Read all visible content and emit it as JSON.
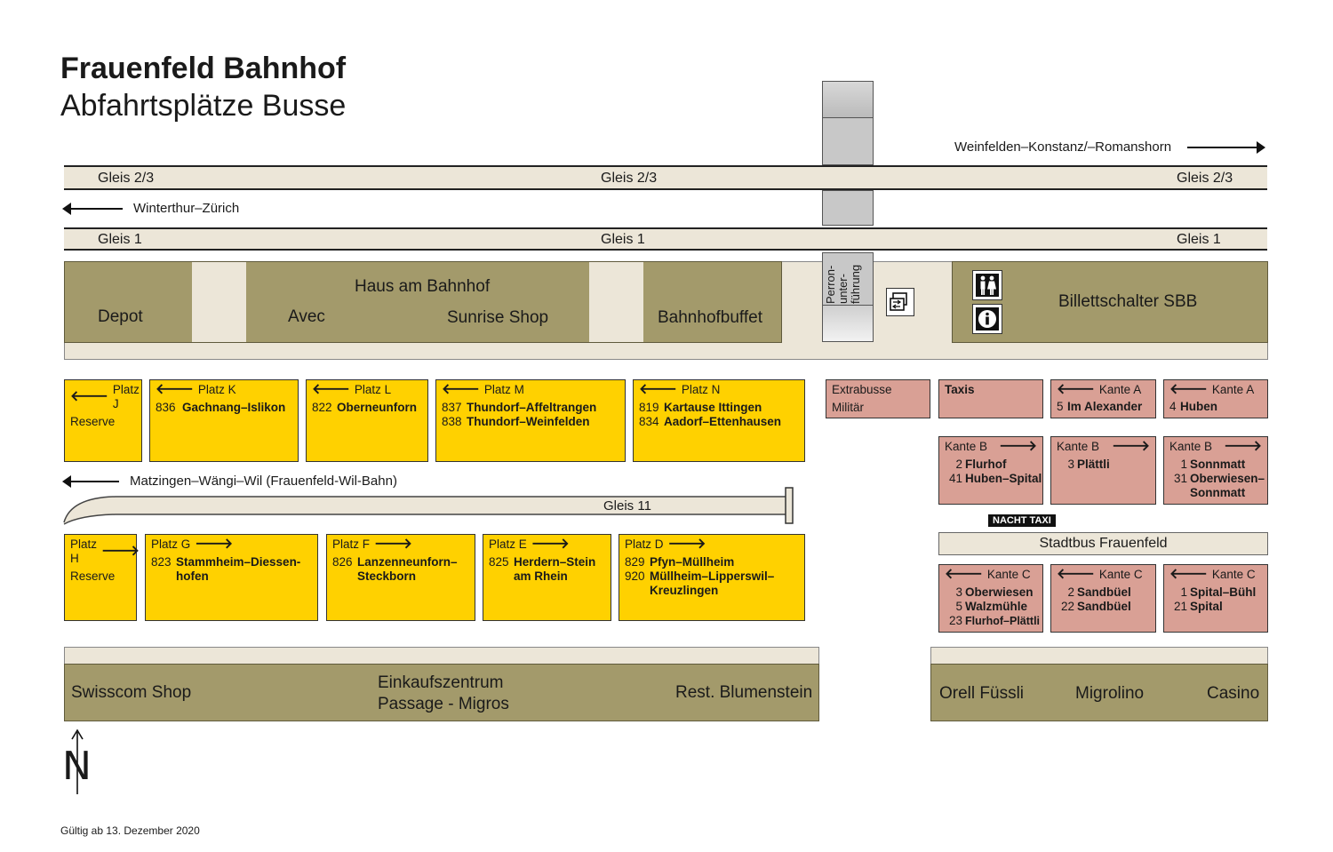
{
  "header": {
    "title": "Frauenfeld Bahnhof",
    "subtitle": "Abfahrtsplätze Busse"
  },
  "directions": {
    "east": "Weinfelden–Konstanz/–Romanshorn",
    "west": "Winterthur–Zürich",
    "wil": "Matzingen–Wängi–Wil (Frauenfeld-Wil-Bahn)"
  },
  "tracks": {
    "gleis23": "Gleis 2/3",
    "gleis1": "Gleis 1",
    "gleis11": "Gleis 11"
  },
  "buildings": {
    "depot": "Depot",
    "haus": "Haus am Bahnhof",
    "avec": "Avec",
    "sunrise": "Sunrise Shop",
    "buffet": "Bahnhofbuffet",
    "underpass": "Perron-\nunter-\nführung",
    "billett": "Billettschalter SBB",
    "swisscom": "Swisscom Shop",
    "einkauf1": "Einkaufszentrum",
    "einkauf2": "Passage - Migros",
    "blumenstein": "Rest. Blumenstein",
    "orell": "Orell Füssli",
    "migrolino": "Migrolino",
    "casino": "Casino"
  },
  "icons": {
    "wc": "toilet-icon",
    "info": "info-icon",
    "ticket": "ticket-machine-icon",
    "north": "north-arrow-icon"
  },
  "north_label": "N",
  "bays_top": [
    {
      "title": "Platz J",
      "arrow": "left",
      "lines": [
        {
          "num": "",
          "dst": "Reserve",
          "plain": true
        }
      ]
    },
    {
      "title": "Platz K",
      "arrow": "left",
      "lines": [
        {
          "num": "836",
          "dst": "Gachnang–Islikon"
        }
      ]
    },
    {
      "title": "Platz L",
      "arrow": "left",
      "lines": [
        {
          "num": "822",
          "dst": "Oberneunforn"
        }
      ]
    },
    {
      "title": "Platz M",
      "arrow": "left",
      "lines": [
        {
          "num": "837",
          "dst": "Thundorf–Affeltrangen"
        },
        {
          "num": "838",
          "dst": "Thundorf–Weinfelden"
        }
      ]
    },
    {
      "title": "Platz N",
      "arrow": "left",
      "lines": [
        {
          "num": "819",
          "dst": "Kartause Ittingen"
        },
        {
          "num": "834",
          "dst": "Aadorf–Ettenhausen"
        }
      ]
    }
  ],
  "bays_bottom": [
    {
      "title": "Platz H",
      "arrow": "right",
      "lines": [
        {
          "num": "",
          "dst": "Reserve",
          "plain": true
        }
      ]
    },
    {
      "title": "Platz G",
      "arrow": "right",
      "lines": [
        {
          "num": "823",
          "dst": "Stammheim–Diessen-"
        },
        {
          "num": "",
          "dst": "hofen"
        }
      ]
    },
    {
      "title": "Platz F",
      "arrow": "right",
      "lines": [
        {
          "num": "826",
          "dst": "Lanzenneunforn–"
        },
        {
          "num": "",
          "dst": "Steckborn"
        }
      ]
    },
    {
      "title": "Platz E",
      "arrow": "right",
      "lines": [
        {
          "num": "825",
          "dst": "Herdern–Stein"
        },
        {
          "num": "",
          "dst": "am Rhein"
        }
      ]
    },
    {
      "title": "Platz D",
      "arrow": "right",
      "lines": [
        {
          "num": "829",
          "dst": "Pfyn–Müllheim"
        },
        {
          "num": "920",
          "dst": "Müllheim–Lipperswil–"
        },
        {
          "num": "",
          "dst": "Kreuzlingen"
        }
      ]
    }
  ],
  "extrabusse": {
    "line1": "Extrabusse",
    "line2": "Militär"
  },
  "taxis": "Taxis",
  "kante_a": [
    {
      "title": "Kante A",
      "arrow": "left",
      "num": "5",
      "dst": "Im Alexander"
    },
    {
      "title": "Kante A",
      "arrow": "left",
      "num": "4",
      "dst": "Huben"
    }
  ],
  "kante_b": [
    {
      "title": "Kante B",
      "arrow": "right",
      "lines": [
        {
          "num": "2",
          "dst": "Flurhof"
        },
        {
          "num": "41",
          "dst": "Huben–Spital"
        }
      ]
    },
    {
      "title": "Kante B",
      "arrow": "right",
      "lines": [
        {
          "num": "3",
          "dst": "Plättli"
        }
      ]
    },
    {
      "title": "Kante B",
      "arrow": "right",
      "lines": [
        {
          "num": "1",
          "dst": "Sonnmatt"
        },
        {
          "num": "31",
          "dst": "Oberwiesen–"
        },
        {
          "num": "",
          "dst": "Sonnmatt"
        }
      ]
    }
  ],
  "nacht_taxi": "NACHT TAXI",
  "stadtbus": "Stadtbus Frauenfeld",
  "kante_c": [
    {
      "title": "Kante C",
      "arrow": "left",
      "lines": [
        {
          "num": "3",
          "dst": "Oberwiesen"
        },
        {
          "num": "5",
          "dst": "Walzmühle"
        },
        {
          "num": "23",
          "dst": "Flurhof–Plättli"
        }
      ]
    },
    {
      "title": "Kante C",
      "arrow": "left",
      "lines": [
        {
          "num": "2",
          "dst": "Sandbüel"
        },
        {
          "num": "22",
          "dst": "Sandbüel"
        }
      ]
    },
    {
      "title": "Kante C",
      "arrow": "left",
      "lines": [
        {
          "num": "1",
          "dst": "Spital–Bühl"
        },
        {
          "num": "21",
          "dst": "Spital"
        }
      ]
    }
  ],
  "footer": "Gültig ab 13. Dezember 2020",
  "colors": {
    "bay_yellow": "#ffd100",
    "bay_red": "#d9a095",
    "building": "#a39a6b",
    "track": "#ece6d8"
  }
}
